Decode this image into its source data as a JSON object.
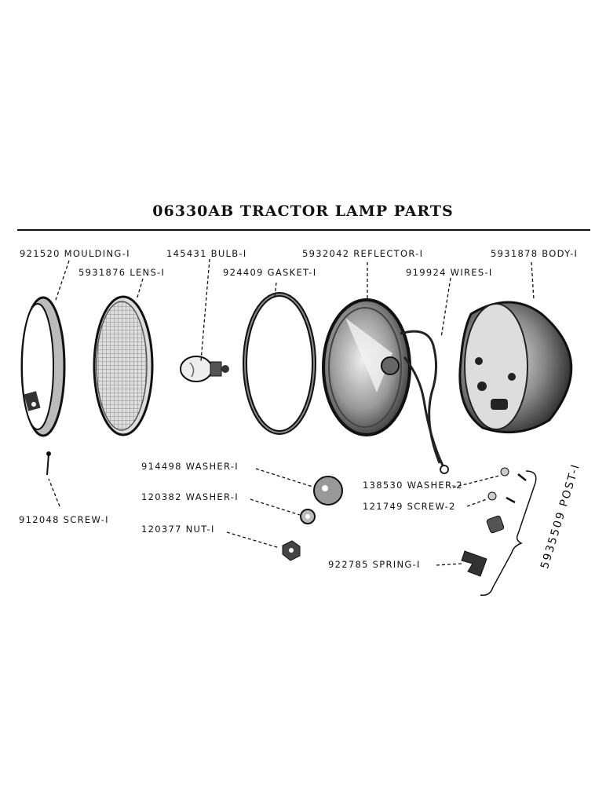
{
  "title": "06330AB TRACTOR LAMP PARTS",
  "parts": {
    "moulding": "921520 MOULDING-I",
    "lens": "5931876 LENS-I",
    "bulb": "145431 BULB-I",
    "gasket": "924409 GASKET-I",
    "reflector": "5932042 REFLECTOR-I",
    "wires": "919924 WIRES-I",
    "body": "5931878 BODY-I",
    "screw1": "912048 SCREW-I",
    "washer914498": "914498 WASHER-I",
    "washer120382": "120382 WASHER-I",
    "nut": "120377 NUT-I",
    "washer138530": "138530 WASHER-2",
    "screw121749": "121749 SCREW-2",
    "spring": "922785 SPRING-I",
    "post": "5935509 POST-I"
  }
}
